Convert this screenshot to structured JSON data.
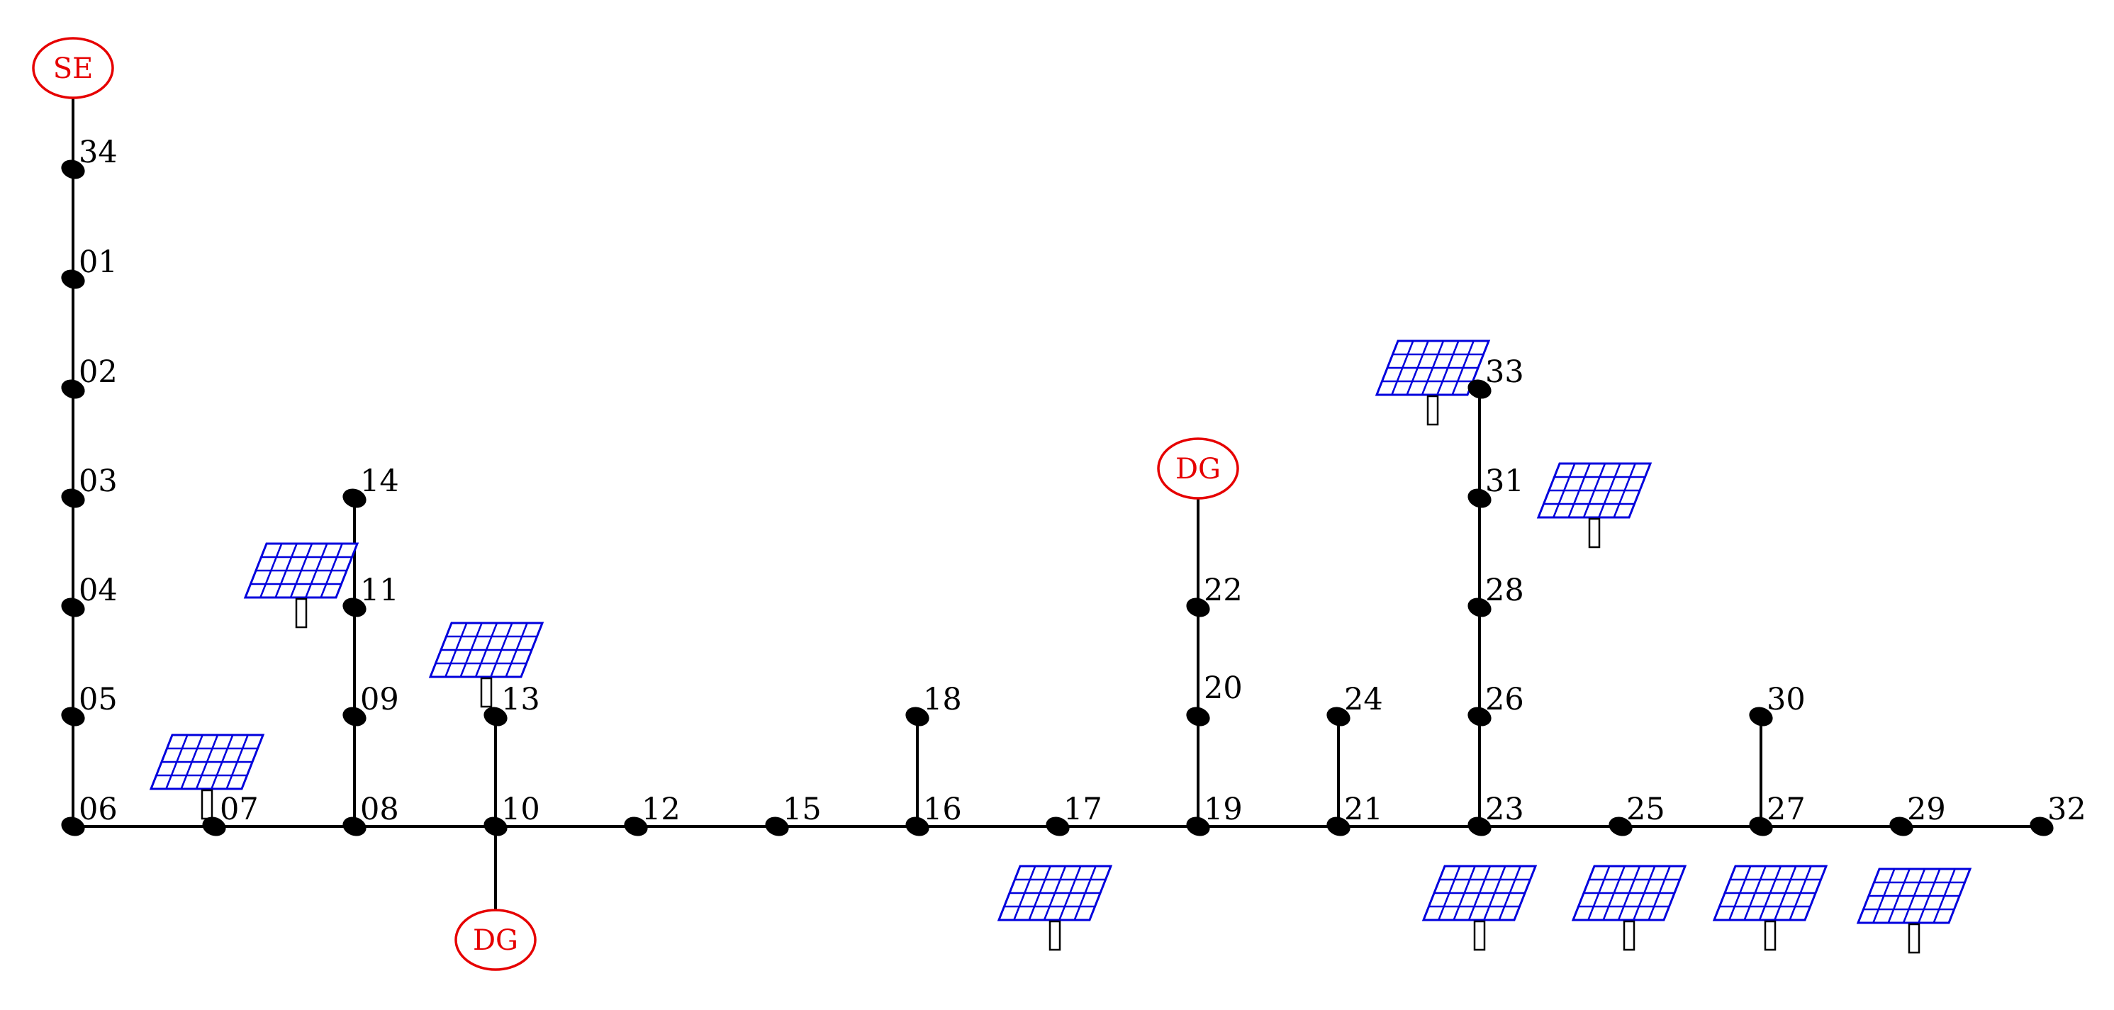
{
  "colors": {
    "line": "#000000",
    "bus": "#000000",
    "source": "#e60000",
    "panel": "#0000dd"
  },
  "sources": [
    {
      "id": "se",
      "label": "SE",
      "icon": "substation-circle"
    },
    {
      "id": "dg-top",
      "label": "DG",
      "icon": "generator-circle"
    },
    {
      "id": "dg-bottom",
      "label": "DG",
      "icon": "generator-circle"
    }
  ],
  "buses": [
    {
      "id": "34",
      "label": "34"
    },
    {
      "id": "01",
      "label": "01"
    },
    {
      "id": "02",
      "label": "02"
    },
    {
      "id": "03",
      "label": "03"
    },
    {
      "id": "04",
      "label": "04"
    },
    {
      "id": "05",
      "label": "05"
    },
    {
      "id": "06",
      "label": "06"
    },
    {
      "id": "07",
      "label": "07"
    },
    {
      "id": "08",
      "label": "08"
    },
    {
      "id": "09",
      "label": "09"
    },
    {
      "id": "11",
      "label": "11"
    },
    {
      "id": "14",
      "label": "14"
    },
    {
      "id": "10",
      "label": "10"
    },
    {
      "id": "13",
      "label": "13"
    },
    {
      "id": "12",
      "label": "12"
    },
    {
      "id": "15",
      "label": "15"
    },
    {
      "id": "16",
      "label": "16"
    },
    {
      "id": "18",
      "label": "18"
    },
    {
      "id": "17",
      "label": "17"
    },
    {
      "id": "19",
      "label": "19"
    },
    {
      "id": "20",
      "label": "20"
    },
    {
      "id": "22",
      "label": "22"
    },
    {
      "id": "21",
      "label": "21"
    },
    {
      "id": "24",
      "label": "24"
    },
    {
      "id": "23",
      "label": "23"
    },
    {
      "id": "26",
      "label": "26"
    },
    {
      "id": "28",
      "label": "28"
    },
    {
      "id": "31",
      "label": "31"
    },
    {
      "id": "33",
      "label": "33"
    },
    {
      "id": "25",
      "label": "25"
    },
    {
      "id": "27",
      "label": "27"
    },
    {
      "id": "30",
      "label": "30"
    },
    {
      "id": "29",
      "label": "29"
    },
    {
      "id": "32",
      "label": "32"
    }
  ],
  "lines": [
    [
      "SE",
      "34"
    ],
    [
      "34",
      "01"
    ],
    [
      "01",
      "02"
    ],
    [
      "02",
      "03"
    ],
    [
      "03",
      "04"
    ],
    [
      "04",
      "05"
    ],
    [
      "05",
      "06"
    ],
    [
      "06",
      "07"
    ],
    [
      "07",
      "08"
    ],
    [
      "08",
      "10"
    ],
    [
      "10",
      "12"
    ],
    [
      "12",
      "15"
    ],
    [
      "15",
      "16"
    ],
    [
      "16",
      "17"
    ],
    [
      "17",
      "19"
    ],
    [
      "19",
      "21"
    ],
    [
      "21",
      "23"
    ],
    [
      "23",
      "25"
    ],
    [
      "25",
      "27"
    ],
    [
      "27",
      "29"
    ],
    [
      "29",
      "32"
    ],
    [
      "08",
      "09"
    ],
    [
      "09",
      "11"
    ],
    [
      "11",
      "14"
    ],
    [
      "10",
      "13"
    ],
    [
      "10",
      "DG-bottom"
    ],
    [
      "16",
      "18"
    ],
    [
      "19",
      "20"
    ],
    [
      "20",
      "22"
    ],
    [
      "22",
      "DG-top"
    ],
    [
      "21",
      "24"
    ],
    [
      "23",
      "26"
    ],
    [
      "26",
      "28"
    ],
    [
      "28",
      "31"
    ],
    [
      "31",
      "33"
    ],
    [
      "27",
      "30"
    ]
  ],
  "pv_panels": [
    {
      "id": "pv-07",
      "near_bus": "07",
      "icon": "solar-panel-icon"
    },
    {
      "id": "pv-11",
      "near_bus": "11",
      "icon": "solar-panel-icon"
    },
    {
      "id": "pv-13",
      "near_bus": "13",
      "icon": "solar-panel-icon"
    },
    {
      "id": "pv-17",
      "near_bus": "17",
      "icon": "solar-panel-icon"
    },
    {
      "id": "pv-33",
      "near_bus": "33",
      "icon": "solar-panel-icon"
    },
    {
      "id": "pv-31",
      "near_bus": "31",
      "icon": "solar-panel-icon"
    },
    {
      "id": "pv-23",
      "near_bus": "23",
      "icon": "solar-panel-icon"
    },
    {
      "id": "pv-25",
      "near_bus": "25",
      "icon": "solar-panel-icon"
    },
    {
      "id": "pv-27",
      "near_bus": "27",
      "icon": "solar-panel-icon"
    },
    {
      "id": "pv-29",
      "near_bus": "29",
      "icon": "solar-panel-icon"
    }
  ]
}
